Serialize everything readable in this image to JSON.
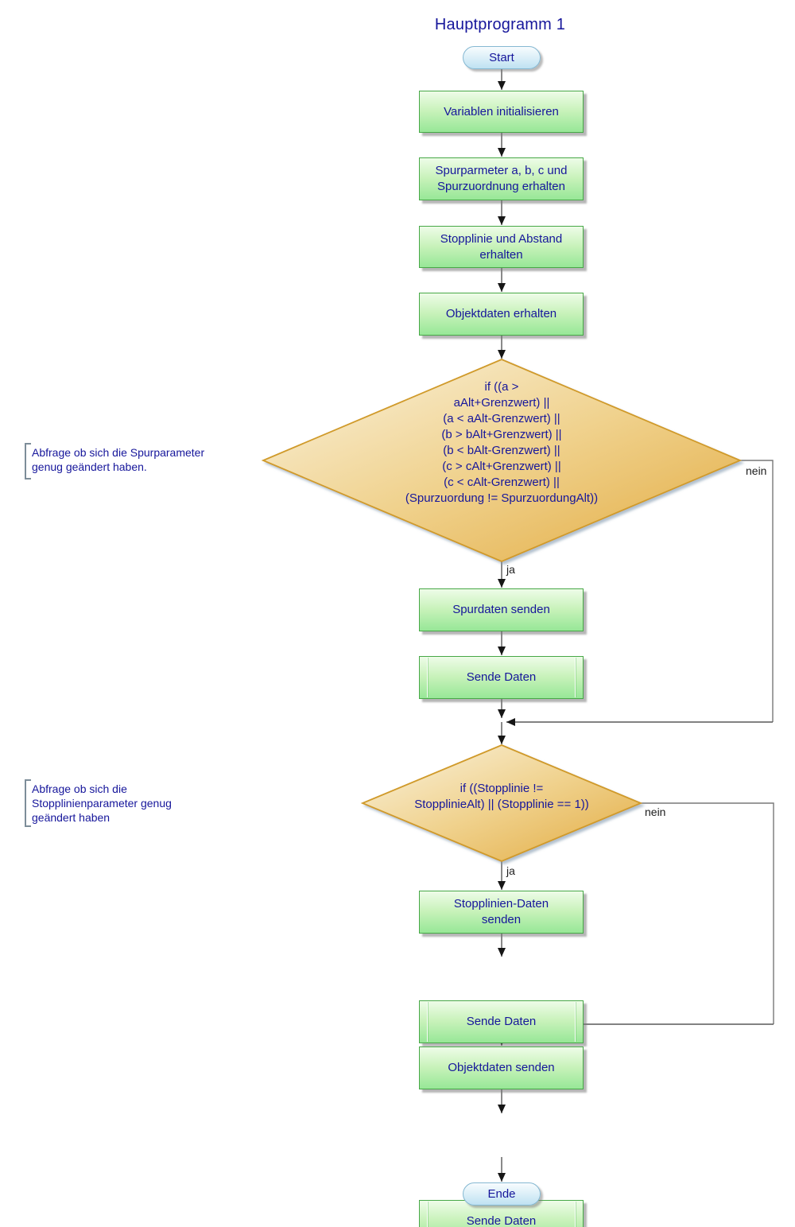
{
  "title": "Hauptprogramm 1",
  "terminators": {
    "start": "Start",
    "end": "Ende"
  },
  "processes": {
    "init": "Variablen initialisieren",
    "get_spurparameter": "Spurparmeter a, b, c und\nSpurzuordnung erhalten",
    "get_stopplinie": "Stopplinie und Abstand\nerhalten",
    "get_objektdaten": "Objektdaten erhalten",
    "send_spurdaten": "Spurdaten senden",
    "send_daten_1": "Sende Daten",
    "send_stopplinien_daten": "Stopplinien-Daten\nsenden",
    "send_daten_2": "Sende Daten",
    "send_objektdaten": "Objektdaten senden",
    "send_daten_3": "Sende Daten"
  },
  "decisions": {
    "spur_check": "if ((a >\naAlt+Grenzwert) ||\n(a < aAlt-Grenzwert) ||\n(b > bAlt+Grenzwert) ||\n(b < bAlt-Grenzwert) ||\n(c > cAlt+Grenzwert) ||\n(c < cAlt-Grenzwert) ||\n(Spurzuordung != SpurzuordungAlt))",
    "stopplinie_check": "if ((Stopplinie !=\nStopplinieAlt) || (Stopplinie == 1))"
  },
  "edge_labels": {
    "ja_1": "ja",
    "nein_1": "nein",
    "ja_2": "ja",
    "nein_2": "nein"
  },
  "annotations": {
    "spurparameter_note": "Abfrage ob sich die Spurparameter\ngenug geändert haben.",
    "stopplinien_note": "Abfrage ob sich die\nStopplinienparameter genug\ngeändert haben"
  },
  "colors": {
    "text_navy": "#16169b",
    "process_border": "#47a847",
    "process_fill_top": "#eefce8",
    "process_fill_bottom": "#97e797",
    "terminator_border": "#85b8d2",
    "terminator_fill_top": "#f8fcfe",
    "terminator_fill_bottom": "#bfe2f2",
    "decision_border": "#d09a2a",
    "decision_fill_light": "#faf3e0",
    "decision_fill_dark": "#e2ab41",
    "connector": "#595959",
    "label_text": "#1c1c1c"
  }
}
